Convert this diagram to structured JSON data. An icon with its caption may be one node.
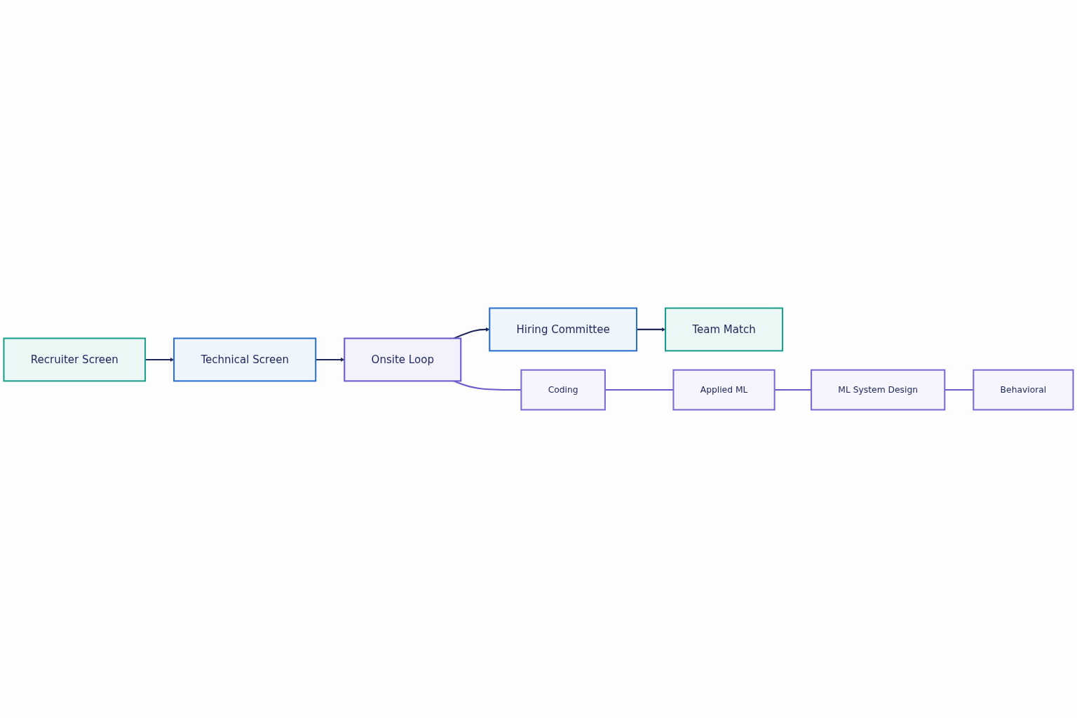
{
  "diagram": {
    "nodes": [
      {
        "text": [
          "Recruiter Screen"
        ]
      },
      {
        "text": [
          "Technical Screen"
        ]
      },
      {
        "text": [
          "Onsite Loop"
        ]
      },
      {
        "text": [
          "Hiring Committee"
        ]
      },
      {
        "text": [
          "Team Match"
        ]
      },
      {
        "text": [
          "Coding"
        ]
      },
      {
        "text": [
          "Applied ML"
        ]
      },
      {
        "text": [
          "ML System Design"
        ]
      },
      {
        "text": [
          "Behavioral"
        ]
      }
    ],
    "edges": [
      {
        "from": 0,
        "to": 1,
        "arrow": "to"
      },
      {
        "from": 1,
        "to": 2,
        "arrow": "to"
      },
      {
        "from": 2,
        "to": 3,
        "arrow": "to"
      },
      {
        "from": 3,
        "to": 4,
        "arrow": "to"
      },
      {
        "from": 2,
        "to": 5,
        "arrow": "none",
        "color": "#6a5acd"
      },
      {
        "from": 5,
        "to": 6,
        "arrow": "none",
        "color": "#6a5acd"
      },
      {
        "from": 6,
        "to": 7,
        "arrow": "none",
        "color": "#6a5acd"
      },
      {
        "from": 7,
        "to": 8,
        "arrow": "none",
        "color": "#6a5acd"
      }
    ]
  }
}
